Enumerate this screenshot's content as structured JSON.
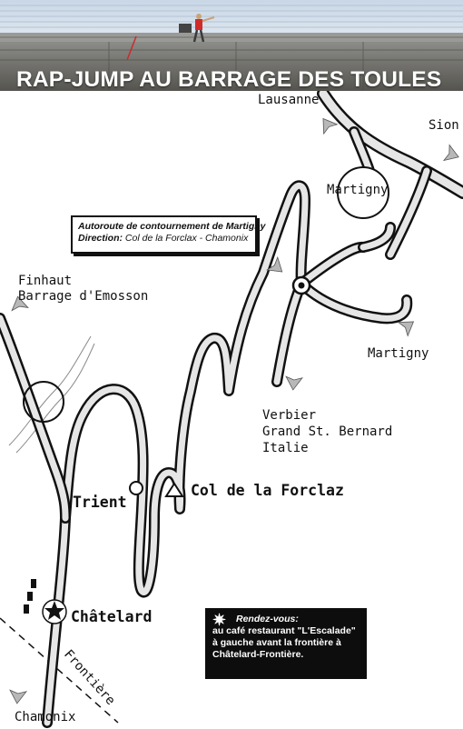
{
  "header": {
    "title": "RAP-JUMP AU BARRAGE DES TOULES"
  },
  "map": {
    "places": {
      "lausanne": "Lausanne",
      "sion": "Sion",
      "martigny_top": "Martigny",
      "finhaut": "Finhaut",
      "emosson": "Barrage d'Emosson",
      "martigny_right": "Martigny",
      "verbier": "Verbier",
      "grand_st_bernard": "Grand St. Bernard",
      "italie": "Italie",
      "trient": "Trient",
      "col_forclaz": "Col de la Forclaz",
      "chatelard": "Châtelard",
      "frontiere": "Frontière",
      "chamonix": "Chamonix"
    },
    "callout": {
      "line1": "Autoroute de contournement de Martigny",
      "line2_prefix": "Direction:",
      "line2_rest": " Col de la Forclax - Chamonix"
    },
    "rendezvous": {
      "title": "Rendez-vous:",
      "line1": "au café restaurant \"L'Escalade\"",
      "line2": "à gauche avant la frontière à",
      "line3": "Châtelard-Frontière."
    },
    "colors": {
      "road_outline": "#111111",
      "road_fill": "#e6e6e6",
      "arrow_fill": "#b8b8b8",
      "rendezvous_bg": "#0d0d0d"
    },
    "icons": [
      "star-marker-icon",
      "triangle-pass-icon",
      "circle-village-icon",
      "roundabout-icon",
      "direction-arrow-icon"
    ]
  }
}
